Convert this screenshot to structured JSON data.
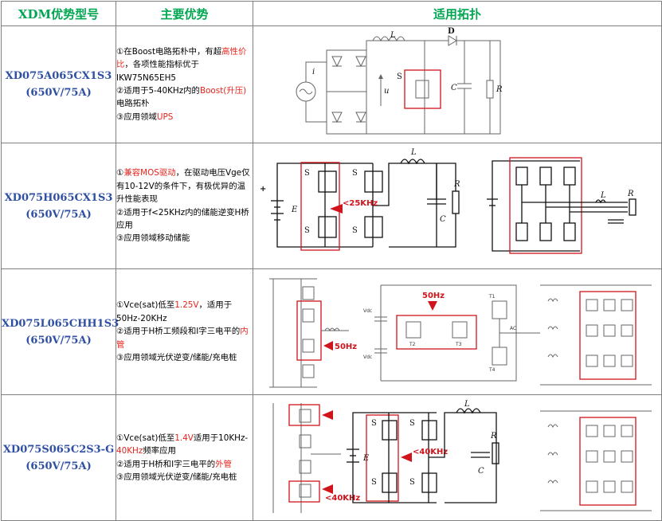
{
  "headers": {
    "model": "XDM优势型号",
    "advantage": "主要优势",
    "topology": "适用拓扑"
  },
  "rows": [
    {
      "model_line1": "XD075A065CX1S3",
      "model_line2": "(650V/75A)",
      "adv": [
        [
          {
            "t": "①在Boost电路拓朴中，有超",
            "r": false
          },
          {
            "t": "高性价比",
            "r": true
          },
          {
            "t": "，各项性能指标优于IKW75N65EH5",
            "r": false
          }
        ],
        [
          {
            "t": "②适用于5-40KHz内的",
            "r": false
          },
          {
            "t": "Boost(升压)",
            "r": true
          },
          {
            "t": "电路拓朴",
            "r": false
          }
        ],
        [
          {
            "t": "③应用领域",
            "r": false
          },
          {
            "t": "UPS",
            "r": true
          }
        ]
      ],
      "labels": {
        "L": "L",
        "D": "D",
        "i": "i",
        "ud": "u",
        "S": "S",
        "C": "C",
        "R": "R"
      }
    },
    {
      "model_line1": "XD075H065CX1S3",
      "model_line2": "(650V/75A)",
      "adv": [
        [
          {
            "t": "①",
            "r": false
          },
          {
            "t": "兼容MOS驱动",
            "r": true
          },
          {
            "t": "，在驱动电压Vge仅有10-12V的条件下，有极优异的温升性能表现",
            "r": false
          }
        ],
        [
          {
            "t": "②适用于f<25KHz内的储能逆变H桥应用",
            "r": false
          }
        ],
        [
          {
            "t": "③应用领域移动储能",
            "r": false
          }
        ]
      ],
      "labels": {
        "S1": "S",
        "S2": "S",
        "S3": "S",
        "S4": "S",
        "E": "E",
        "L": "L",
        "R": "R",
        "C": "C",
        "freq": "<25KHz"
      }
    },
    {
      "model_line1": "XD075L065CHH1S3",
      "model_line2": "(650V/75A)",
      "adv": [
        [
          {
            "t": "①Vce(sat)低至",
            "r": false
          },
          {
            "t": "1.25V",
            "r": true
          },
          {
            "t": "，适用于50Hz-20KHz",
            "r": false
          }
        ],
        [
          {
            "t": "②适用于H桥工频段和I字三电平的",
            "r": false
          },
          {
            "t": "内管",
            "r": true
          }
        ],
        [
          {
            "t": "③应用领域光伏逆变/储能/充电桩",
            "r": false
          }
        ]
      ],
      "labels": {
        "freq_a": "50Hz",
        "freq_b": "50Hz",
        "vdc1": "Vdc",
        "vdc2": "Vdc",
        "ac": "AC",
        "t1": "T1",
        "t2": "T2",
        "t3": "T3",
        "t4": "T4"
      }
    },
    {
      "model_line1": "XD075S065C2S3-G",
      "model_line2": "(650V/75A)",
      "adv": [
        [
          {
            "t": "①Vce(sat)低至",
            "r": false
          },
          {
            "t": "1.4V",
            "r": true
          },
          {
            "t": "适用于10KHz-",
            "r": false
          },
          {
            "t": "40KHz",
            "r": true
          },
          {
            "t": "频率应用",
            "r": false
          }
        ],
        [
          {
            "t": "②适用于H桥和I字三电平的",
            "r": false
          },
          {
            "t": "外管",
            "r": true
          }
        ],
        [
          {
            "t": "③应用领域光伏逆变/储能/充电桩",
            "r": false
          }
        ]
      ],
      "labels": {
        "freq_a": "<40KHz",
        "freq_b": "<40KHz",
        "S1": "S",
        "S2": "S",
        "S3": "S",
        "S4": "S",
        "E": "E",
        "L": "L",
        "R": "R",
        "C": "C"
      }
    }
  ],
  "colors": {
    "header_green": "#00a651",
    "model_blue": "#2e4fa3",
    "highlight_red": "#e8231c",
    "box_red": "#d0141c"
  }
}
